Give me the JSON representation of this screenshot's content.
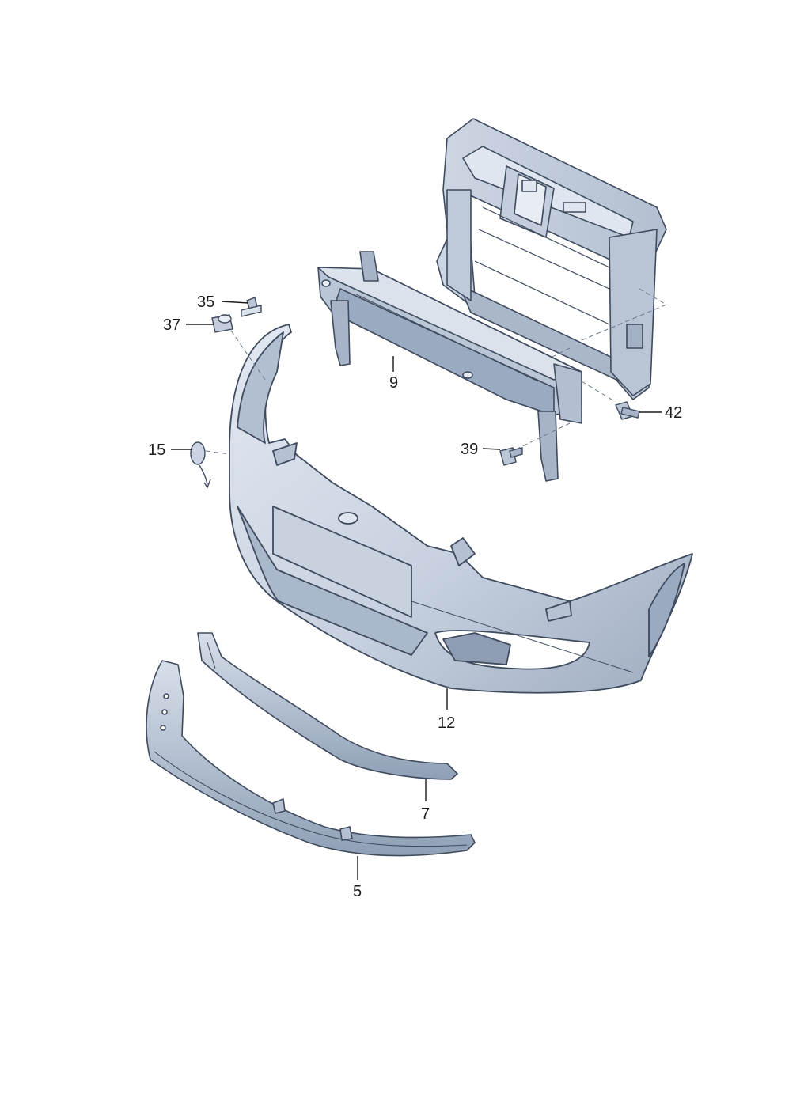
{
  "diagram": {
    "callouts": [
      {
        "id": "35",
        "label": "35"
      },
      {
        "id": "37",
        "label": "37"
      },
      {
        "id": "9",
        "label": "9"
      },
      {
        "id": "42",
        "label": "42"
      },
      {
        "id": "15",
        "label": "15"
      },
      {
        "id": "39",
        "label": "39"
      },
      {
        "id": "12",
        "label": "12"
      },
      {
        "id": "7",
        "label": "7"
      },
      {
        "id": "5",
        "label": "5"
      }
    ],
    "colors": {
      "part_fill": "#c9d3e1",
      "part_light": "#dde4ee",
      "part_dark": "#8a9ab0",
      "outline": "#3e4a5e",
      "text": "#1a1a1a"
    }
  }
}
